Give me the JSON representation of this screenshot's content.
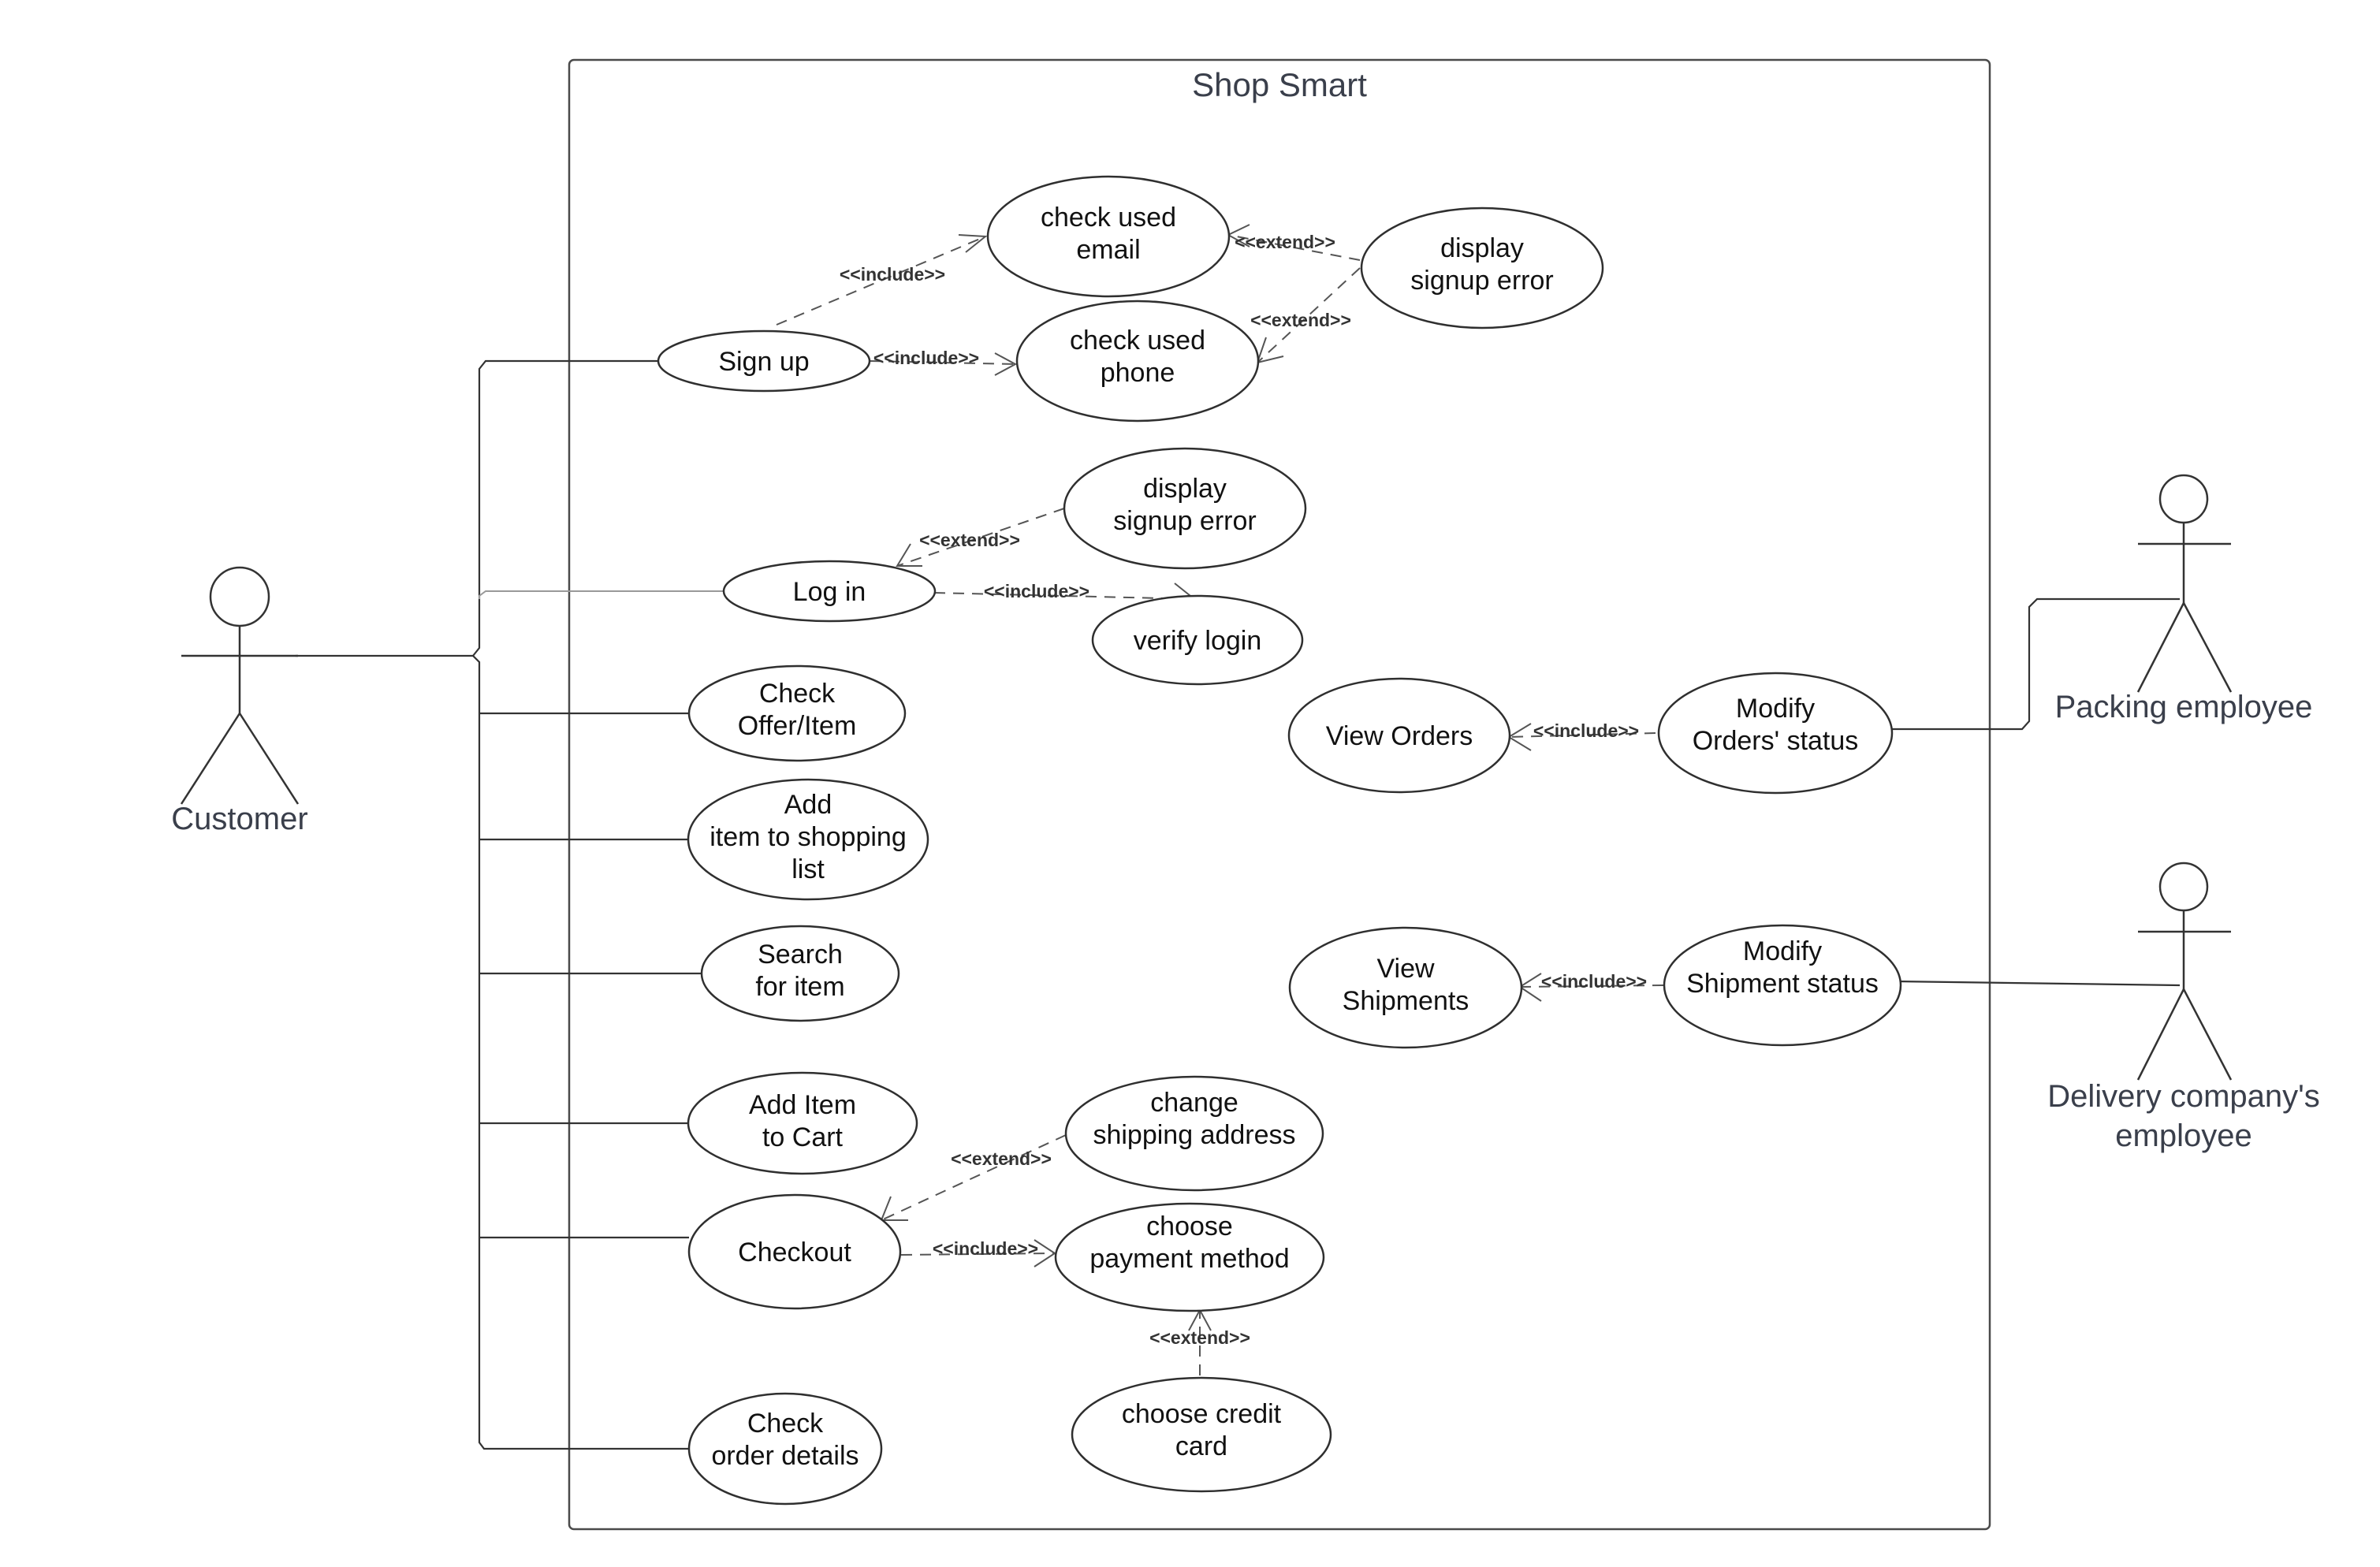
{
  "system": {
    "title": "Shop Smart"
  },
  "actors": {
    "customer": "Customer",
    "packing": "Packing employee",
    "delivery": [
      "Delivery company's",
      "employee"
    ]
  },
  "use_cases": {
    "sign_up": [
      "Sign up"
    ],
    "check_used_email": [
      "check used",
      "email"
    ],
    "check_used_phone": [
      "check used",
      "phone"
    ],
    "display_signup_error_1": [
      "display",
      "signup error"
    ],
    "display_signup_error_2": [
      "display",
      "signup error"
    ],
    "log_in": [
      "Log in"
    ],
    "verify_login": [
      "verify login"
    ],
    "check_offer_item": [
      "Check",
      "Offer/Item"
    ],
    "add_item_shopping_list": [
      "Add",
      "item to shopping",
      "list"
    ],
    "search_for_item": [
      "Search",
      "for item"
    ],
    "add_item_to_cart": [
      "Add Item",
      "to Cart"
    ],
    "checkout": [
      "Checkout"
    ],
    "check_order_details": [
      "Check",
      "order details"
    ],
    "change_shipping_address": [
      "change",
      "shipping address"
    ],
    "choose_payment_method": [
      "choose",
      "payment method"
    ],
    "choose_credit_card": [
      "choose credit",
      "card"
    ],
    "view_orders": [
      "View Orders"
    ],
    "modify_orders_status": [
      "Modify",
      "Orders' status"
    ],
    "view_shipments": [
      "View",
      "Shipments"
    ],
    "modify_shipment_status": [
      "Modify",
      "Shipment status"
    ]
  },
  "relations": {
    "signup_email": "<<include>>",
    "signup_phone": "<<include>>",
    "email_error": "<<extend>>",
    "phone_error": "<<extend>>",
    "login_error": "<<extend>>",
    "login_verify": "<<include>>",
    "orders_include": "<<include>>",
    "shipments_include": "<<include>>",
    "checkout_address": "<<extend>>",
    "checkout_payment": "<<include>>",
    "payment_card": "<<extend>>"
  }
}
